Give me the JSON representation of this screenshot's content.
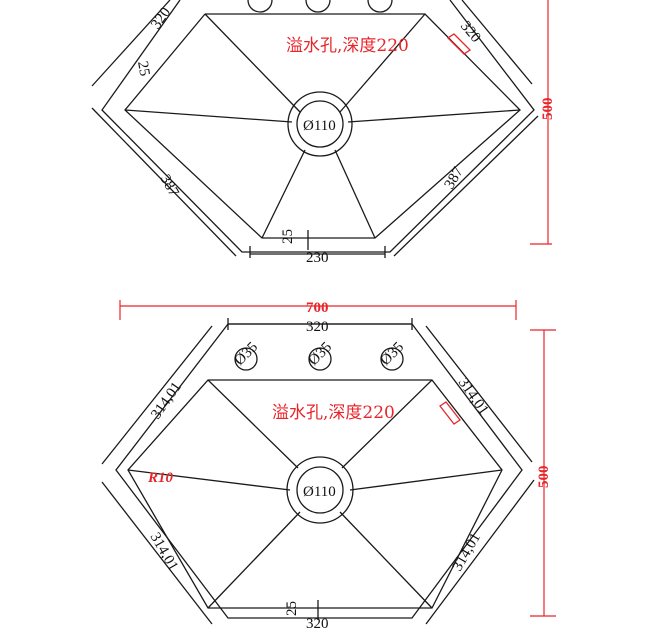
{
  "colors": {
    "line": "#1a1a1a",
    "accent": "#e8252b"
  },
  "top_diagram": {
    "dim_top_left": "320",
    "dim_top_right": "320",
    "dim_rim": "25",
    "overflow_note": "溢水孔,深度220",
    "drain": "Ø110",
    "dim_lower_left": "387",
    "dim_lower_right": "387",
    "dim_bottom_rim": "25",
    "dim_bottom": "230",
    "dim_height": "500"
  },
  "bottom_diagram": {
    "dim_width": "700",
    "dim_top": "320",
    "hole_left": "Ø35",
    "hole_center": "Ø35",
    "hole_right": "Ø35",
    "dim_upper_left": "314,01",
    "dim_upper_right": "314,01",
    "overflow_note": "溢水孔,深度220",
    "radius": "R10",
    "drain": "Ø110",
    "dim_lower_left": "314,01",
    "dim_lower_right": "314,01",
    "dim_bottom_rim": "25",
    "dim_bottom": "320",
    "dim_height": "500"
  }
}
